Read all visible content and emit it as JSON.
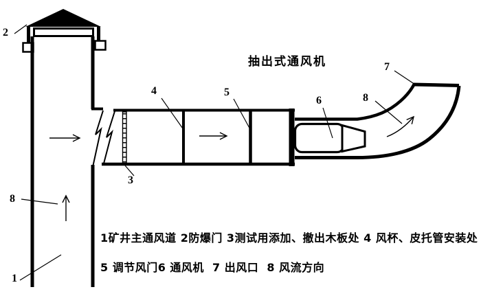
{
  "title": "抽出式通风机",
  "colors": {
    "line": "#000000",
    "background": "#ffffff"
  },
  "callouts": {
    "shaft": "1",
    "door": "2",
    "board": "3",
    "cup": "4",
    "damper": "5",
    "fan": "6",
    "outlet": "7",
    "flow_shaft": "8",
    "flow_bend": "8"
  },
  "legend": {
    "line1": "1矿井主通风道 2防爆门 3测试用添加、撤出木板处 4 风杯、皮托管安装处",
    "line2": "5 调节风门6 通风机  7 出风口  8 风流方向"
  }
}
